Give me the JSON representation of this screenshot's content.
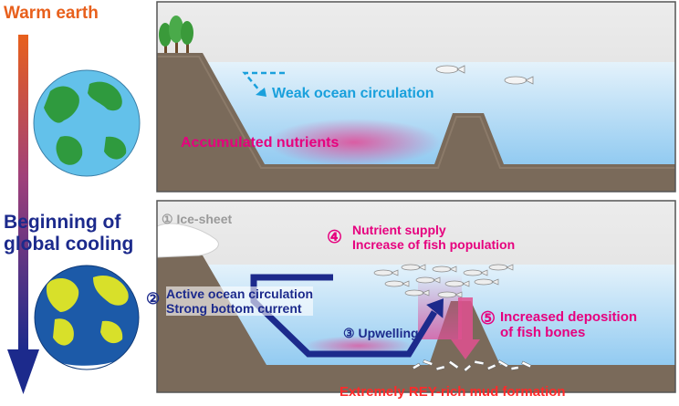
{
  "side": {
    "warm_title": "Warm earth",
    "cooling_title_line1": "Beginning of",
    "cooling_title_line2": "global cooling"
  },
  "top_panel": {
    "circulation_label": "Weak ocean circulation",
    "nutrients_label": "Accumulated nutrients"
  },
  "bottom_panel": {
    "ice_sheet": {
      "num": "①",
      "label": "Ice-sheet"
    },
    "circulation": {
      "num": "②",
      "line1": "Active ocean circulation",
      "line2": "Strong bottom current"
    },
    "upwelling": {
      "num": "③",
      "label": "Upwelling"
    },
    "nutrient_supply": {
      "num": "④",
      "line1": "Nutrient supply",
      "line2": "Increase of fish population"
    },
    "deposition": {
      "num": "⑤",
      "line1": "Increased deposition",
      "line2": "of fish bones"
    },
    "mud_label": "Extremely REY-rich mud formation"
  },
  "colors": {
    "warm": "#e8601c",
    "cold": "#1c2a8c",
    "ocean_light": "#cfe8f7",
    "ocean_deep": "#8fcaf0",
    "land": "#7a6a5a",
    "accent_pink": "#e6007e",
    "accent_blue": "#1aa0dc",
    "label_gray": "#9a9a9a"
  }
}
